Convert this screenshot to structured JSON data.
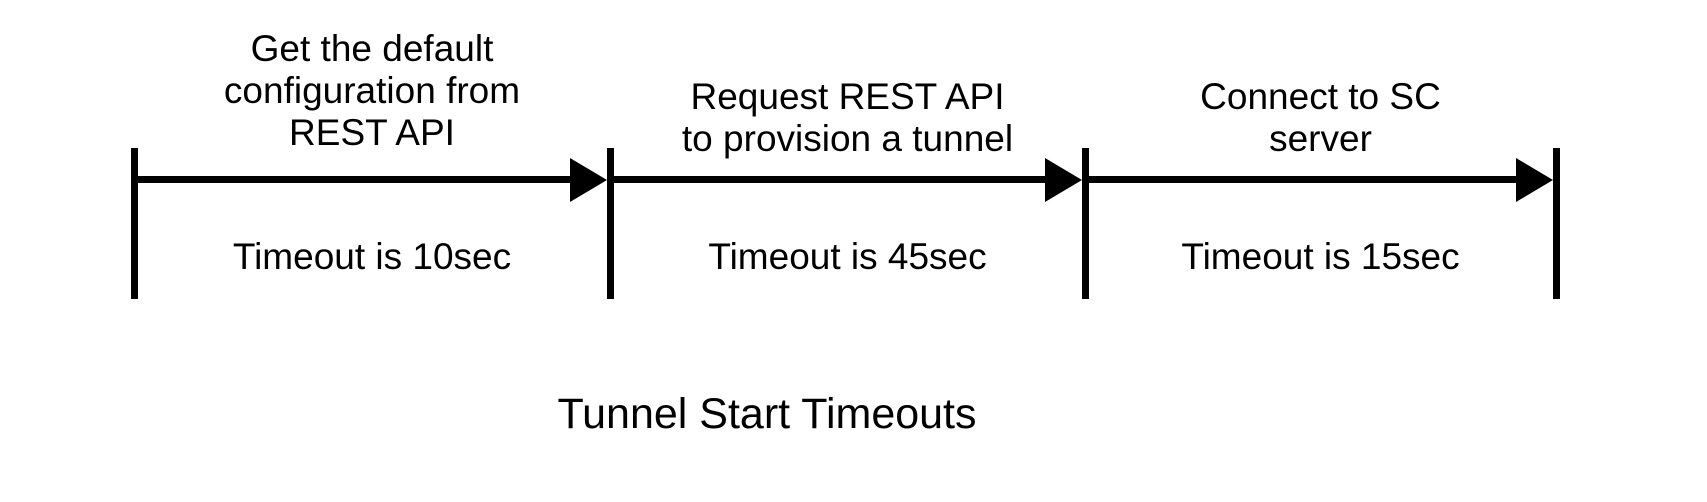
{
  "canvas": {
    "background_color": "#ffffff",
    "ink_color": "#000000"
  },
  "diagram": {
    "title": "Tunnel Start Timeouts",
    "phases": [
      {
        "label": "Get the default\nconfiguration from\nREST API",
        "timeout": "Timeout is 10sec"
      },
      {
        "label": "Request REST API\nto provision a tunnel",
        "timeout": "Timeout is 45sec"
      },
      {
        "label": "Connect to SC\nserver",
        "timeout": "Timeout is 15sec"
      }
    ]
  }
}
